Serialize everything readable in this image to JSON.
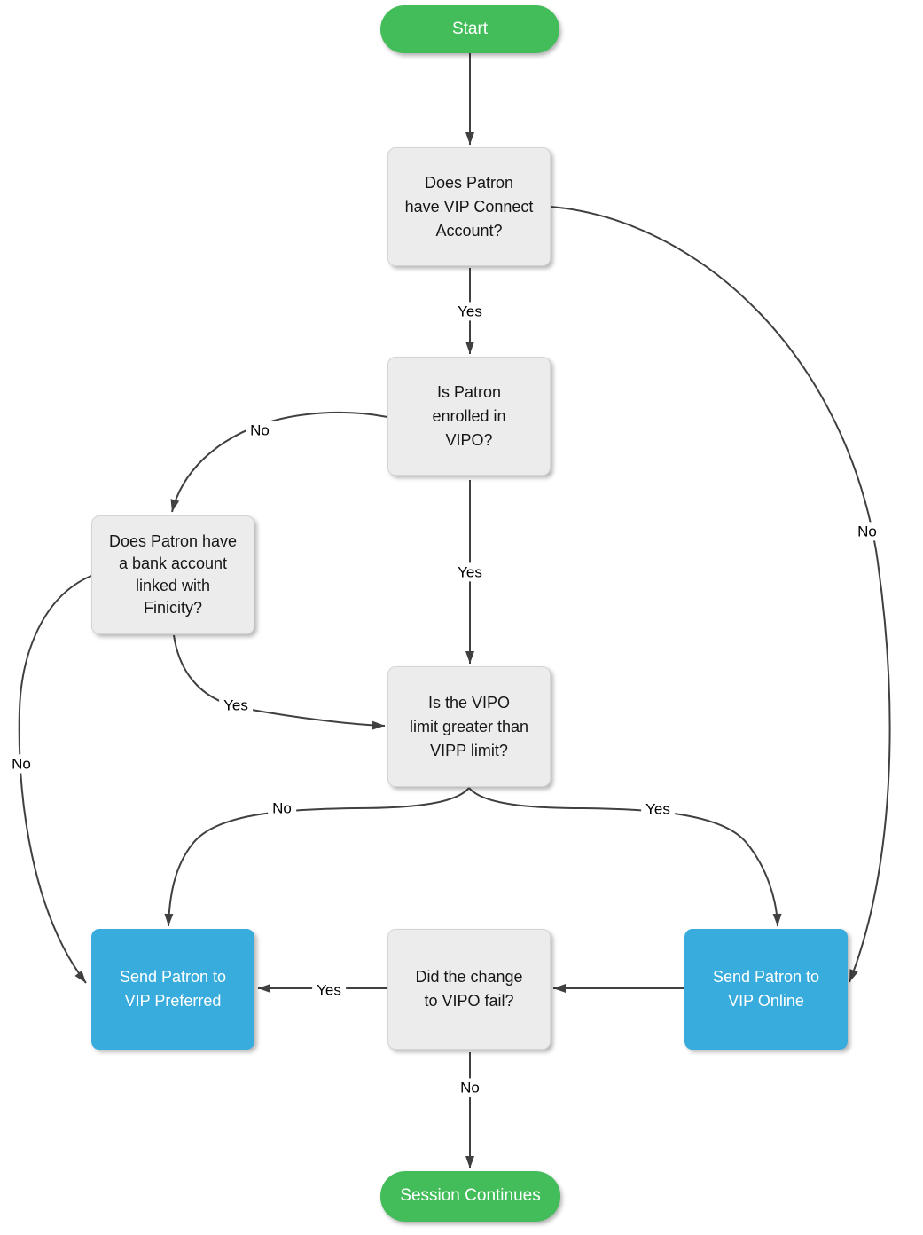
{
  "diagram": {
    "type": "flowchart",
    "colors": {
      "terminator_green": "#43bd5a",
      "action_blue": "#38acdc",
      "decision_gray": "#ececec",
      "edge_line": "#404040",
      "text_dark": "#161616",
      "text_light": "#ffffff"
    },
    "nodes": [
      {
        "id": "start",
        "type": "terminator",
        "label": "Start"
      },
      {
        "id": "vip-connect-account",
        "type": "decision",
        "label": "Does Patron\nhave VIP Connect\nAccount?"
      },
      {
        "id": "enrolled-in-vipo",
        "type": "decision",
        "label": "Is Patron\nenrolled in\nVIPO?"
      },
      {
        "id": "bank-account-finicity",
        "type": "decision",
        "label": "Does Patron have\na bank account\nlinked with\nFinicity?"
      },
      {
        "id": "vipo-limit-greater",
        "type": "decision",
        "label": "Is the VIPO\nlimit greater than\nVIPP limit?"
      },
      {
        "id": "send-vip-preferred",
        "type": "action",
        "label": "Send Patron to\nVIP Preferred"
      },
      {
        "id": "change-vipo-fail",
        "type": "decision",
        "label": "Did the change\nto VIPO fail?"
      },
      {
        "id": "send-vip-online",
        "type": "action",
        "label": "Send Patron to\nVIP Online"
      },
      {
        "id": "session-continues",
        "type": "terminator",
        "label": "Session Continues"
      }
    ],
    "edges": [
      {
        "from": "start",
        "to": "vip-connect-account",
        "label": ""
      },
      {
        "from": "vip-connect-account",
        "to": "enrolled-in-vipo",
        "label": "Yes"
      },
      {
        "from": "vip-connect-account",
        "to": "send-vip-online",
        "label": "No"
      },
      {
        "from": "enrolled-in-vipo",
        "to": "bank-account-finicity",
        "label": "No"
      },
      {
        "from": "enrolled-in-vipo",
        "to": "vipo-limit-greater",
        "label": "Yes"
      },
      {
        "from": "bank-account-finicity",
        "to": "vipo-limit-greater",
        "label": "Yes"
      },
      {
        "from": "bank-account-finicity",
        "to": "send-vip-preferred",
        "label": "No"
      },
      {
        "from": "vipo-limit-greater",
        "to": "send-vip-preferred",
        "label": "No"
      },
      {
        "from": "vipo-limit-greater",
        "to": "send-vip-online",
        "label": "Yes"
      },
      {
        "from": "send-vip-online",
        "to": "change-vipo-fail",
        "label": ""
      },
      {
        "from": "change-vipo-fail",
        "to": "send-vip-preferred",
        "label": "Yes"
      },
      {
        "from": "change-vipo-fail",
        "to": "session-continues",
        "label": "No"
      }
    ]
  }
}
